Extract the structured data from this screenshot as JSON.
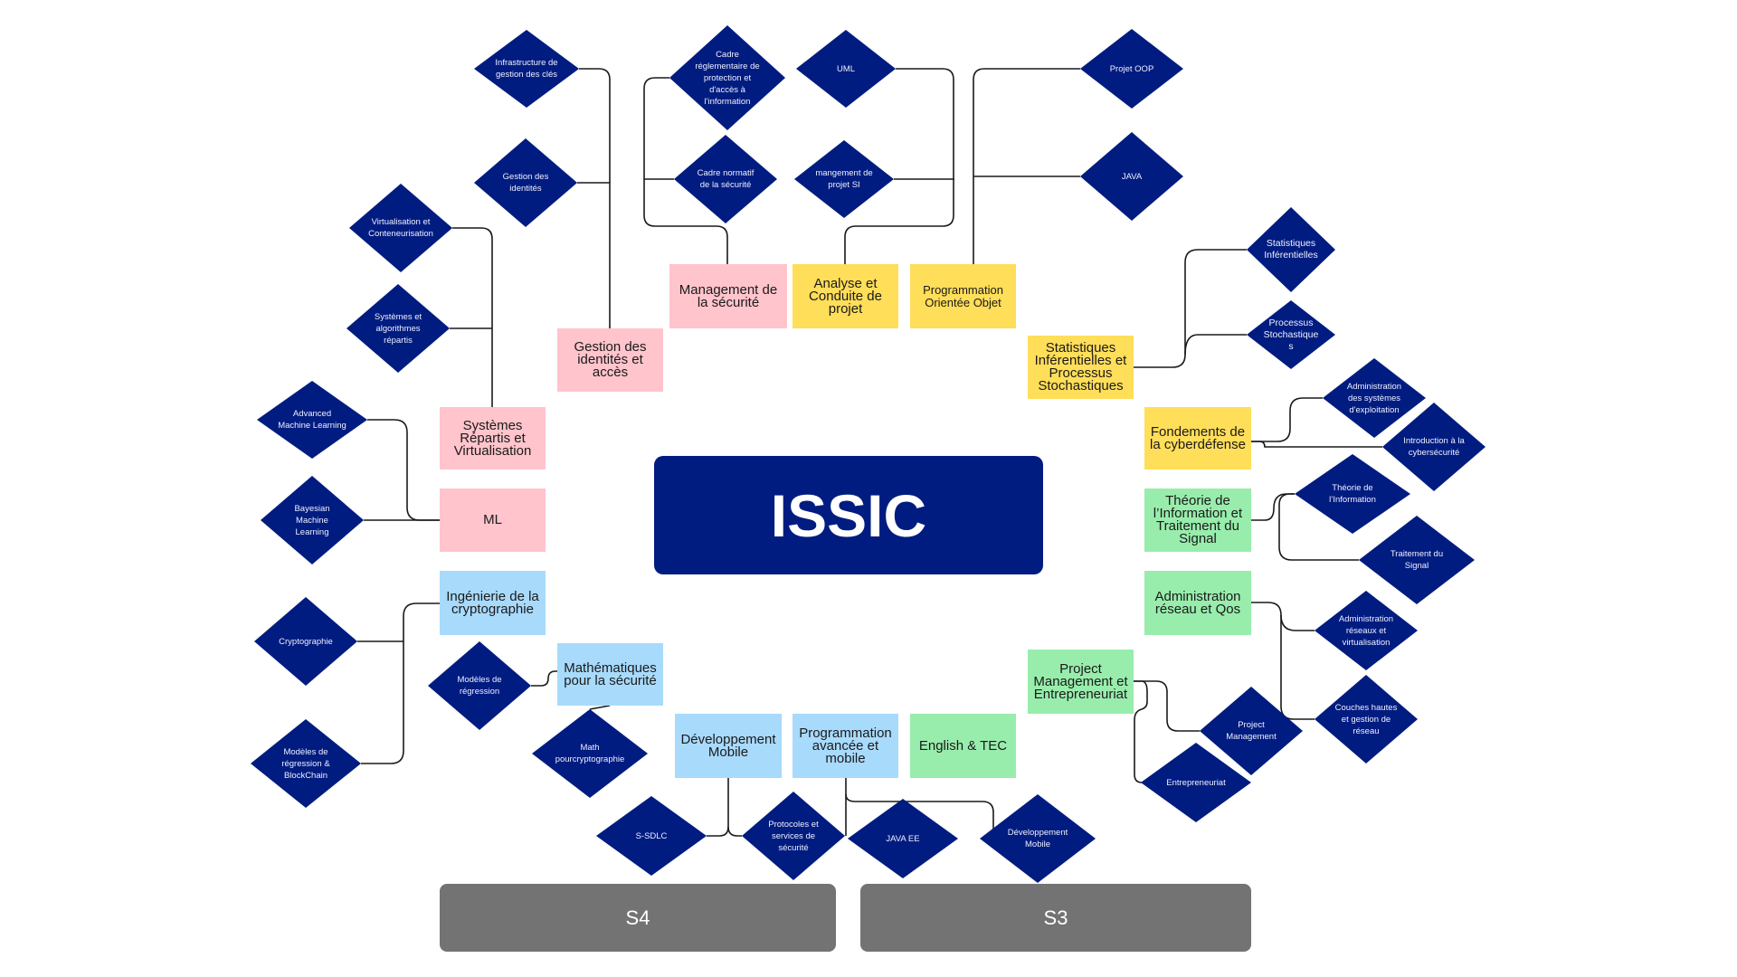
{
  "title": "ISSIC",
  "colors": {
    "navy": "#011c80",
    "pink": "#ffc4cc",
    "yellow": "#ffde59",
    "blue": "#a8dafc",
    "green": "#98edac",
    "grey": "#737373",
    "line": "#1a1a1a"
  },
  "semesters": {
    "s4": "S4",
    "s3": "S3"
  },
  "modules": {
    "management_securite": "Management de la sécurité",
    "analyse_conduite": "Analyse et Conduite de projet",
    "programmation_oo": "Programmation Orientée Objet",
    "gestion_identites_acces": "Gestion des identités et accès",
    "statistiques": "Statistiques Inférentielles et Processus Stochastiques",
    "fondements_cyberdefense": "Fondements de la cyberdéfense",
    "systemes_repartis": "Systèmes Répartis et Virtualisation",
    "ml": "ML",
    "ingenierie_crypto": "Ingénierie de la cryptographie",
    "mathematiques_securite": "Mathématiques pour la sécurité",
    "developpement_mobile": "Développement Mobile",
    "programmation_avancee": "Programmation avancée et mobile",
    "english_tec": "English & TEC",
    "project_management": "Project Management et Entrepreneuriat",
    "theorie_information": "Théorie de l’Information et Traitement du Signal",
    "administration_reseau": "Administration réseau et Qos"
  },
  "elements": {
    "infrastructure_cles": "Infrastructure de gestion des clés",
    "gestion_identites": "Gestion des identités",
    "cadre_reglementaire": "Cadre réglementaire de protection et d'accès à l'information",
    "cadre_normatif": "Cadre normatif de la sécurité",
    "uml": "UML",
    "management_projet_si": "mangement de projet SI",
    "projet_oop": "Projet OOP",
    "java": "JAVA",
    "statistiques_inferentielles": "Statistiques Inférentielles",
    "processus_stochastiques": "Processus Stochastiques",
    "admin_systemes": "Administration des systèmes d'exploitation",
    "intro_cybersecurite": "Introduction à la cybersécurité",
    "theorie_info": "Théorie de l’Information",
    "traitement_signal": "Traitement du Signal",
    "admin_reseaux_virt": "Administration réseaux et virtualisation",
    "couches_hautes": "Couches hautes et gestion de réseau",
    "project_mgmt": "Project Management",
    "entrepreneuriat": "Entrepreneuriat",
    "dev_mobile": "Développement Mobile",
    "java_ee": "JAVA EE",
    "protocoles": "Protocoles et services de sécurité",
    "s_sdlc": "S-SDLC",
    "math_crypto": "Math pourcryptographie",
    "modeles_regression": "Modèles de régression",
    "cryptographie": "Cryptographie",
    "modeles_blockchain": "Modèles de régression & BlockChain",
    "bayesian_ml": "Bayesian Machine Learning",
    "advanced_ml": "Advanced Machine Learning",
    "systemes_algo": "Systèmes et algorithmes répartis",
    "virtualisation": "Virtualisation et Conteneurisation"
  }
}
